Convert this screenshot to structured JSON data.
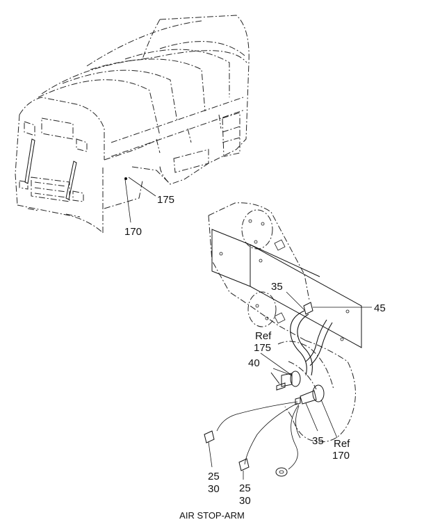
{
  "caption": "AIR STOP-ARM",
  "callouts": {
    "c175_bus": "175",
    "c170_bus": "170",
    "c35_top": "35",
    "c45": "45",
    "ref175_ref": "Ref",
    "ref175_num": "175",
    "c40": "40",
    "c35_bottom": "35",
    "ref170_ref": "Ref",
    "ref170_num": "170",
    "c25_left": "25",
    "c30_left": "30",
    "c25_right": "25",
    "c30_right": "30"
  }
}
